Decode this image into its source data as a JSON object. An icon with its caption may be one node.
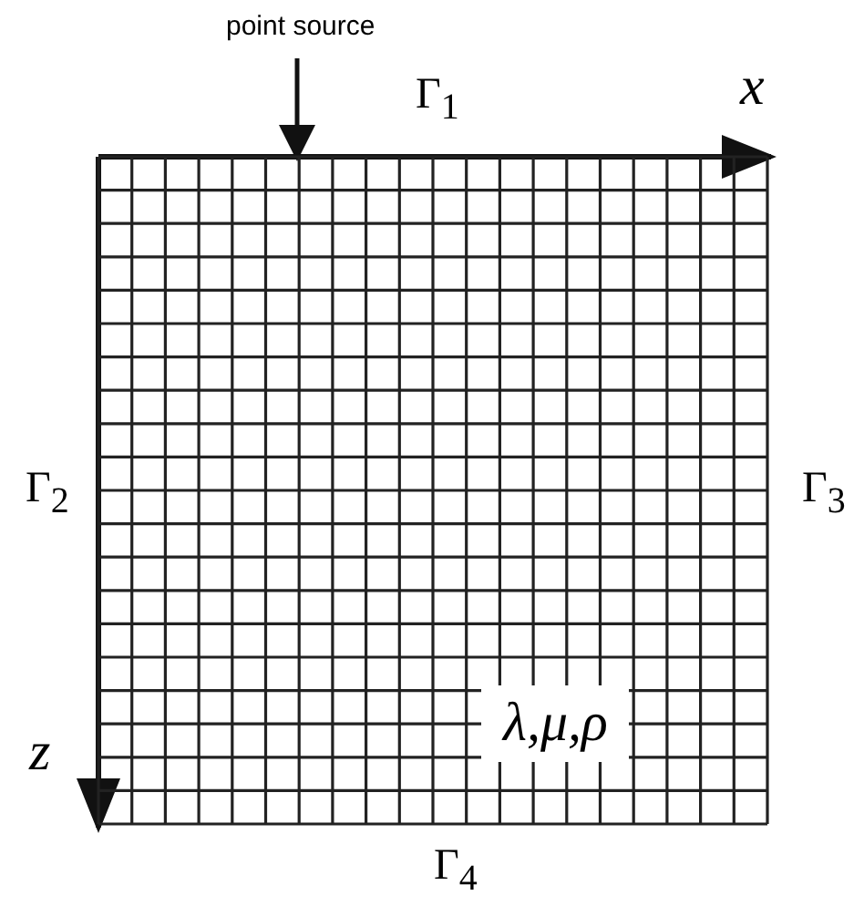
{
  "diagram": {
    "nodes": [
      {
        "text": [
          "point source"
        ]
      },
      {
        "text": [],
        "shape": "box"
      }
    ],
    "edges": [
      {
        "from": 0,
        "to": 1,
        "arrow": "to"
      }
    ],
    "labels": [
      "Γ$_{1}$",
      "x",
      "Γ$_{2}$",
      "Γ$_{3}$",
      "λ,μ,ρ",
      "z",
      "Γ$_{4}$"
    ]
  }
}
